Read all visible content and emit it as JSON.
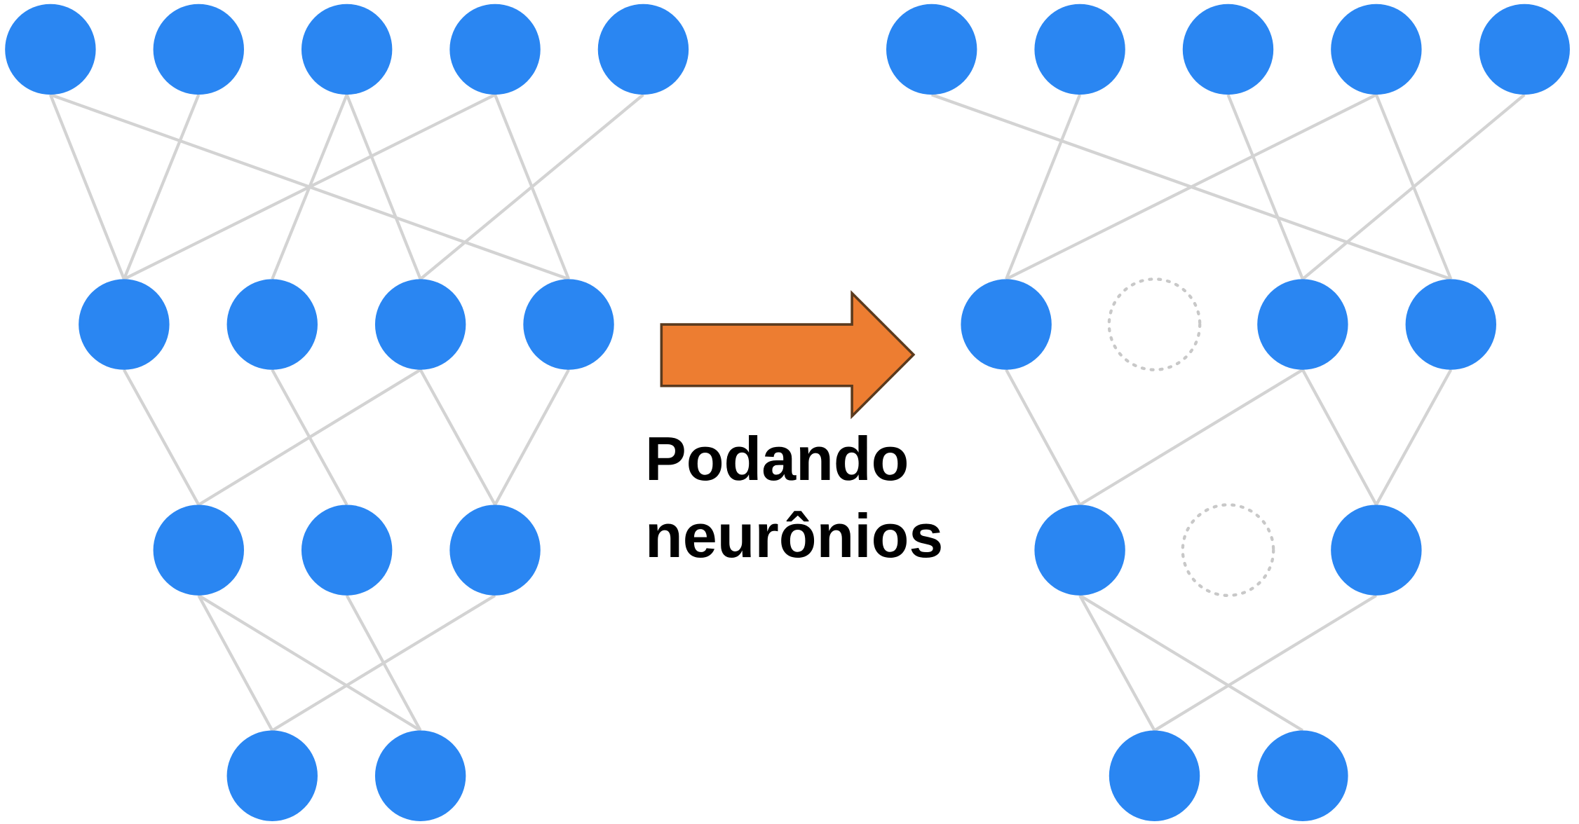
{
  "caption": {
    "line1": "Podando",
    "line2": "neurônios"
  },
  "colors": {
    "neuron": "#2A86F2",
    "edge": "#D3D3D3",
    "pruned_outline": "#C8C8C8",
    "arrow_fill": "#ED7D31",
    "arrow_stroke": "#5A3A1E",
    "text": "#000000"
  },
  "networks": {
    "original": {
      "layer_sizes": [
        5,
        4,
        3,
        2
      ],
      "connections": [
        [
          [
            0,
            0
          ],
          [
            0,
            3
          ],
          [
            1,
            0
          ],
          [
            2,
            1
          ],
          [
            2,
            2
          ],
          [
            3,
            0
          ],
          [
            3,
            3
          ],
          [
            4,
            2
          ]
        ],
        [
          [
            0,
            0
          ],
          [
            1,
            1
          ],
          [
            2,
            0
          ],
          [
            2,
            2
          ],
          [
            3,
            2
          ]
        ],
        [
          [
            0,
            0
          ],
          [
            0,
            1
          ],
          [
            1,
            1
          ],
          [
            2,
            0
          ]
        ]
      ]
    },
    "pruned": {
      "layer_sizes": [
        5,
        4,
        3,
        2
      ],
      "pruned_neurons": [
        [
          1,
          1
        ],
        [
          2,
          1
        ]
      ],
      "connections": [
        [
          [
            0,
            3
          ],
          [
            1,
            0
          ],
          [
            2,
            2
          ],
          [
            3,
            0
          ],
          [
            3,
            3
          ],
          [
            4,
            2
          ]
        ],
        [
          [
            0,
            0
          ],
          [
            2,
            0
          ],
          [
            2,
            2
          ],
          [
            3,
            2
          ]
        ],
        [
          [
            0,
            0
          ],
          [
            0,
            1
          ],
          [
            2,
            0
          ]
        ]
      ]
    }
  }
}
